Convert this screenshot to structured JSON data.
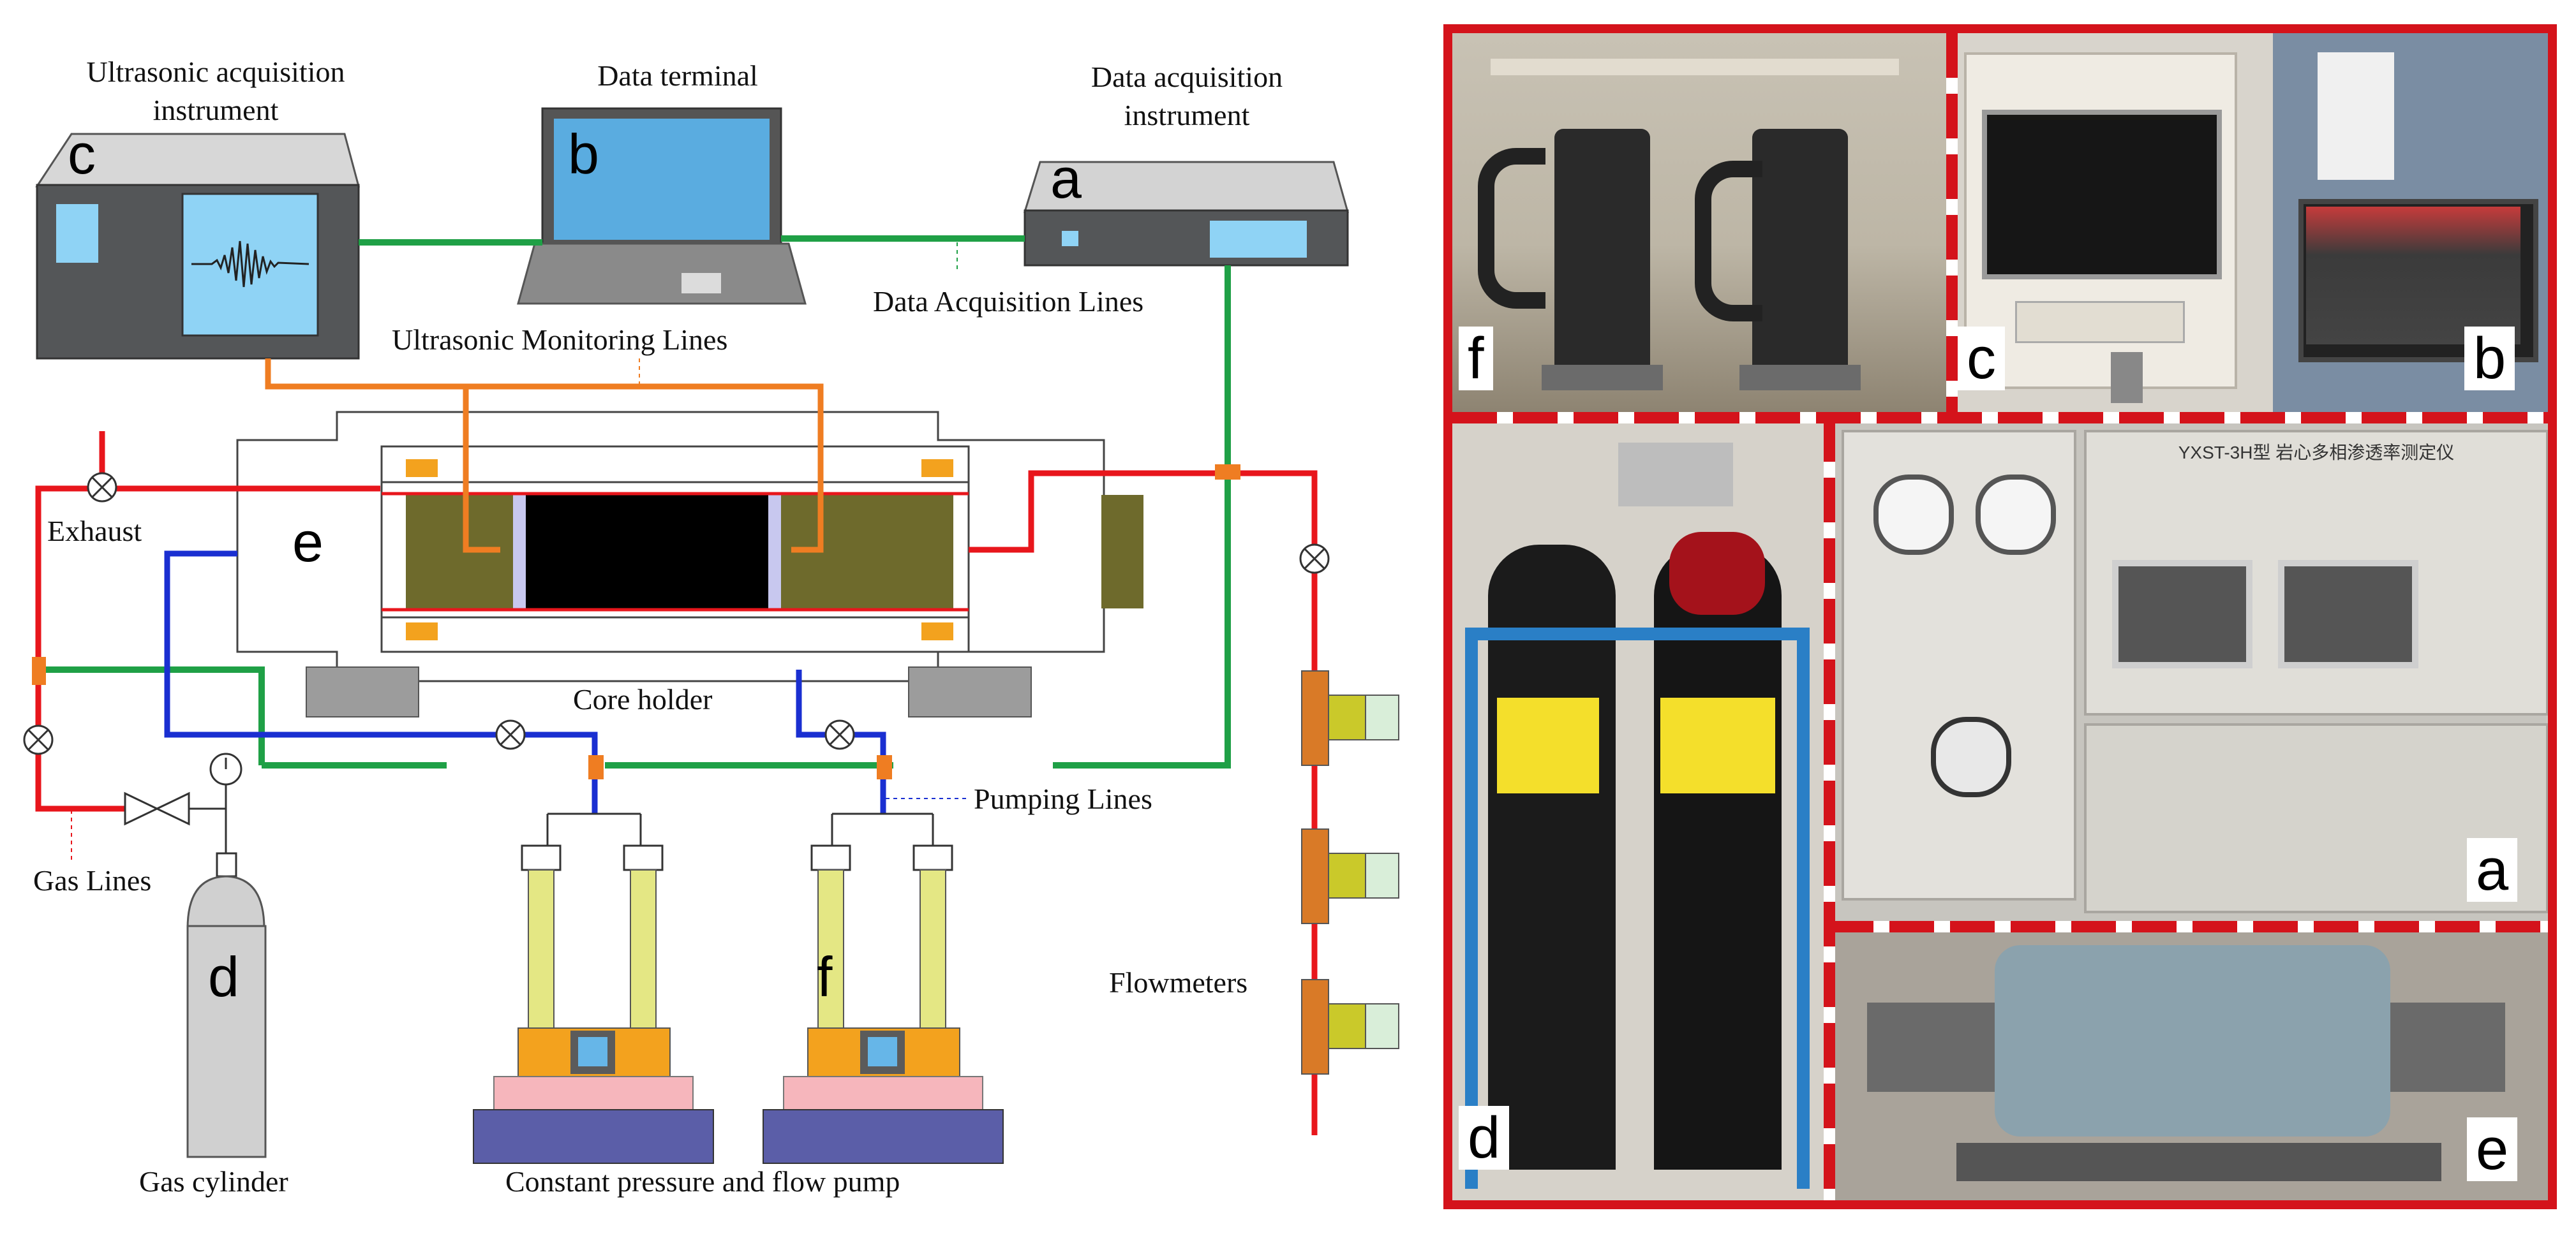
{
  "instruments": {
    "ultrasonic": {
      "label_line1": "Ultrasonic acquisition",
      "label_line2": "instrument",
      "letter": "c"
    },
    "terminal": {
      "label": "Data terminal",
      "letter": "b"
    },
    "acquisition": {
      "label_line1": "Data acquisition",
      "label_line2": "instrument",
      "letter": "a"
    }
  },
  "lines": {
    "data_acquisition": "Data Acquisition Lines",
    "ultrasonic_monitoring": "Ultrasonic Monitoring Lines",
    "gas": "Gas Lines",
    "pumping": "Pumping Lines"
  },
  "components": {
    "exhaust": "Exhaust",
    "core_holder": "Core holder",
    "core_holder_letter": "e",
    "gas_cylinder": "Gas cylinder",
    "gas_cylinder_letter": "d",
    "pump": "Constant pressure and flow pump",
    "pump_letter": "f",
    "flowmeters": "Flowmeters"
  },
  "photo_tags": {
    "f": "f",
    "c": "c",
    "b": "b",
    "d": "d",
    "a": "a",
    "e": "e"
  },
  "photo_text": {
    "panel_title": "YXST-3H型",
    "panel_title_cn": "岩心多相渗透率测定仪"
  },
  "colors": {
    "gas_line": "#e8161c",
    "data_line": "#1fa046",
    "ultrasonic_line": "#ef7d22",
    "pump_line": "#1a2fd1",
    "frame": "#d4131b",
    "screen": "#8fd3f5",
    "device_dark": "#545658"
  }
}
